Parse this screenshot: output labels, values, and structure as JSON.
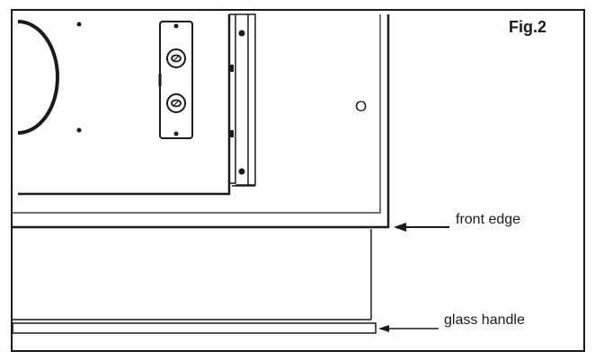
{
  "figure": {
    "title": "Fig.2",
    "panel_marking": "O",
    "labels": {
      "front_edge": "front edge",
      "glass_handle": "glass handle"
    },
    "colors": {
      "line": "#1a1a1a",
      "background": "#ffffff"
    }
  }
}
